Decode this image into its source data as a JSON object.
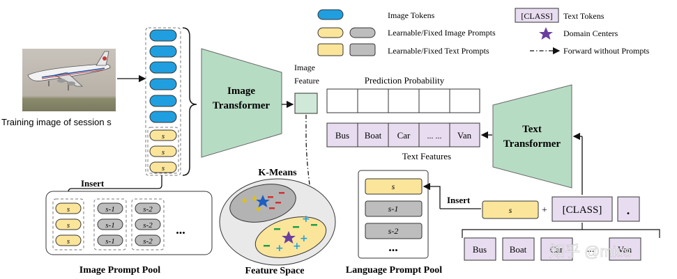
{
  "legend": {
    "image_tokens": "Image Tokens",
    "learnable_fixed_image_prompts": "Learnable/Fixed Image Prompts",
    "learnable_fixed_text_prompts": "Learnable/Fixed Text Prompts",
    "class_token_label": "[CLASS]",
    "text_tokens": "Text Tokens",
    "domain_centers": "Domain Centers",
    "forward_without_prompts": "Forward without Prompts"
  },
  "input": {
    "caption": "Training image of session s"
  },
  "image_prompt_tokens": [
    "s",
    "s",
    "s"
  ],
  "image_transformer": {
    "line1": "Image",
    "line2": "Transformer"
  },
  "image_feature": {
    "line1": "Image",
    "line2": "Feature"
  },
  "prediction": {
    "label": "Prediction Probability"
  },
  "text_features": {
    "classes": [
      "Bus",
      "Boat",
      "Car",
      "... ...",
      "Van"
    ],
    "label": "Text Features"
  },
  "text_transformer": {
    "line1": "Text",
    "line2": "Transformer"
  },
  "kmeans": {
    "title": "K-Means",
    "caption": "Feature Space"
  },
  "image_prompt_pool": {
    "insert_label": "Insert",
    "groups": [
      [
        "s",
        "s",
        "s"
      ],
      [
        "s-1",
        "s-1",
        "s-1"
      ],
      [
        "s-2",
        "s-2",
        "s-2"
      ]
    ],
    "ellipsis": "...",
    "caption": "Image Prompt Pool"
  },
  "language_prompt_pool": {
    "items": [
      "s",
      "s-1",
      "s-2"
    ],
    "ellipsis": "...",
    "caption": "Language Prompt Pool"
  },
  "text_input": {
    "insert_label": "Insert",
    "prompt": "s",
    "plus": "+",
    "class_token": "[CLASS]",
    "dot": "."
  },
  "bottom_classes": [
    "Bus",
    "Boat",
    "Car",
    "...",
    "Van"
  ],
  "watermark": "知乎 @miss",
  "colors": {
    "image_token": "#1f9fe0",
    "learnable_prompt": "#fbe59a",
    "fixed_prompt": "#bdbdbd",
    "text_token": "#e8ddf0",
    "transformer": "#b7dcc4",
    "star_domain": "#6a3ea1"
  }
}
